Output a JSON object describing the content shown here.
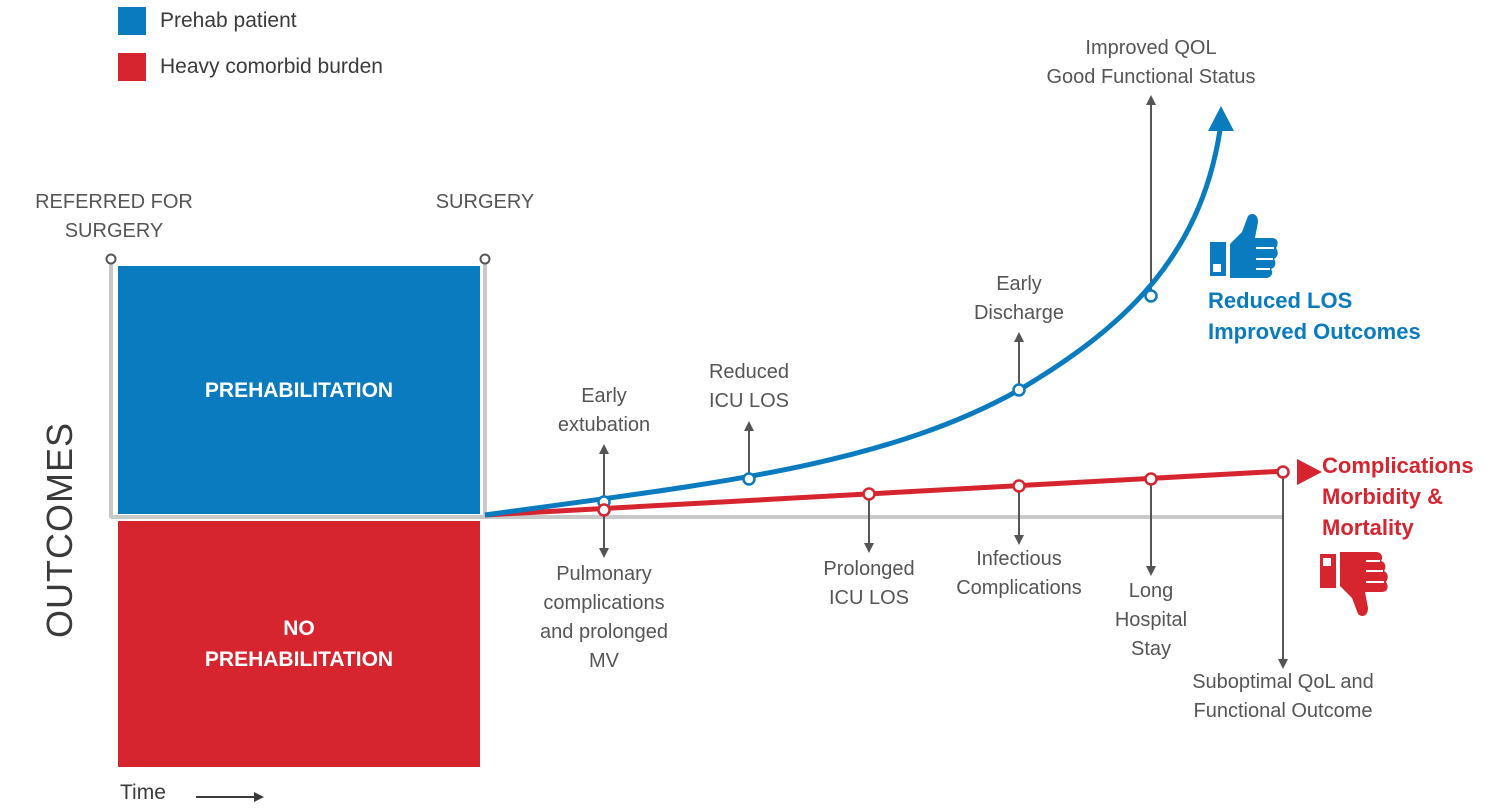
{
  "legend": [
    {
      "label": "Prehab patient",
      "color": "#0a7bbf"
    },
    {
      "label": "Heavy comorbid burden",
      "color": "#d6252f"
    }
  ],
  "colors": {
    "blue": "#0a7bbf",
    "red": "#d6252f",
    "arrow": "#555555",
    "grey_line": "#c8c8c8"
  },
  "axis": {
    "y_label": "OUTCOMES",
    "time_label": "Time"
  },
  "timeline": {
    "start_label": [
      "REFERRED FOR",
      "SURGERY"
    ],
    "surgery_label": "SURGERY"
  },
  "boxes": {
    "prehab": "PREHABILITATION",
    "no_prehab": [
      "NO",
      "PREHABILITATION"
    ]
  },
  "blue_events": [
    {
      "lines": [
        "Early",
        "extubation"
      ]
    },
    {
      "lines": [
        "Reduced",
        "ICU LOS"
      ]
    },
    {
      "lines": [
        "Early",
        "Discharge"
      ]
    },
    {
      "lines": [
        "Improved QOL",
        "Good Functional Status"
      ]
    }
  ],
  "red_events": [
    {
      "lines": [
        "Pulmonary",
        "complications",
        "and prolonged",
        "MV"
      ]
    },
    {
      "lines": [
        "Prolonged",
        "ICU LOS"
      ]
    },
    {
      "lines": [
        "Infectious",
        "Complications"
      ]
    },
    {
      "lines": [
        "Long",
        "Hospital",
        "Stay"
      ]
    },
    {
      "lines": [
        "Suboptimal QoL and",
        "Functional Outcome"
      ]
    }
  ],
  "outcomes": {
    "good": [
      "Reduced LOS",
      "Improved Outcomes"
    ],
    "bad": [
      "Complications",
      "Morbidity &",
      "Mortality"
    ]
  },
  "icons": {
    "good": "thumbs-up-icon",
    "bad": "thumbs-down-icon"
  }
}
